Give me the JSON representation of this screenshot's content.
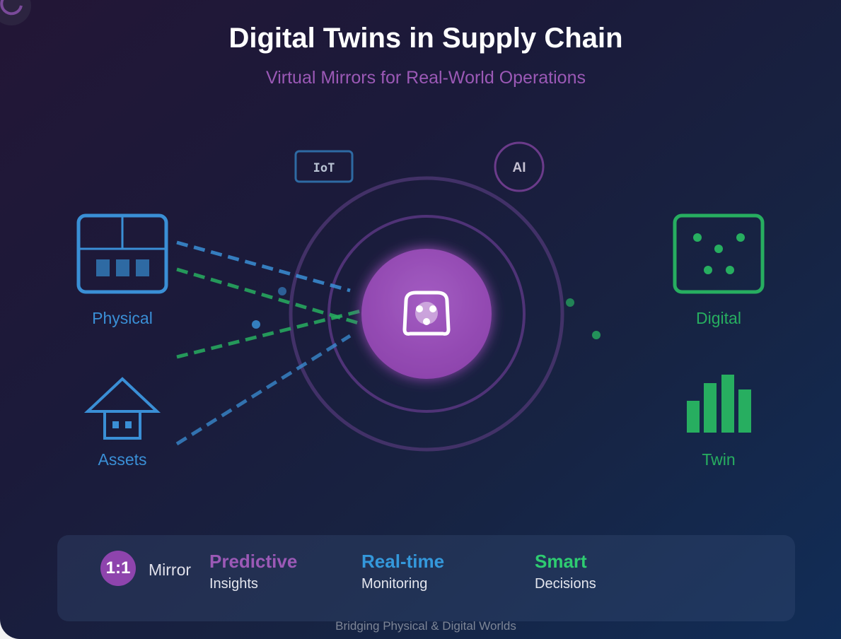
{
  "header": {
    "title": "Digital Twins in Supply Chain",
    "subtitle": "Virtual Mirrors for Real-World Operations"
  },
  "diagram": {
    "left_labels": {
      "physical": "Physical",
      "assets": "Assets"
    },
    "right_labels": {
      "digital": "Digital",
      "twin": "Twin"
    },
    "tags": {
      "iot": "IoT",
      "ai": "AI"
    }
  },
  "stats": {
    "badge": "1:1",
    "mirror": "Mirror",
    "items": [
      {
        "title": "Predictive",
        "subtitle": "Insights"
      },
      {
        "title": "Real-time",
        "subtitle": "Monitoring"
      },
      {
        "title": "Smart",
        "subtitle": "Decisions"
      }
    ]
  },
  "footer": "Bridging Physical & Digital Worlds",
  "colors": {
    "physical_blue": "#3a8fd6",
    "digital_green": "#27ae60",
    "core_purple": "#9b59b6",
    "stat_blue": "#3498db",
    "stat_green": "#2ecc71"
  }
}
